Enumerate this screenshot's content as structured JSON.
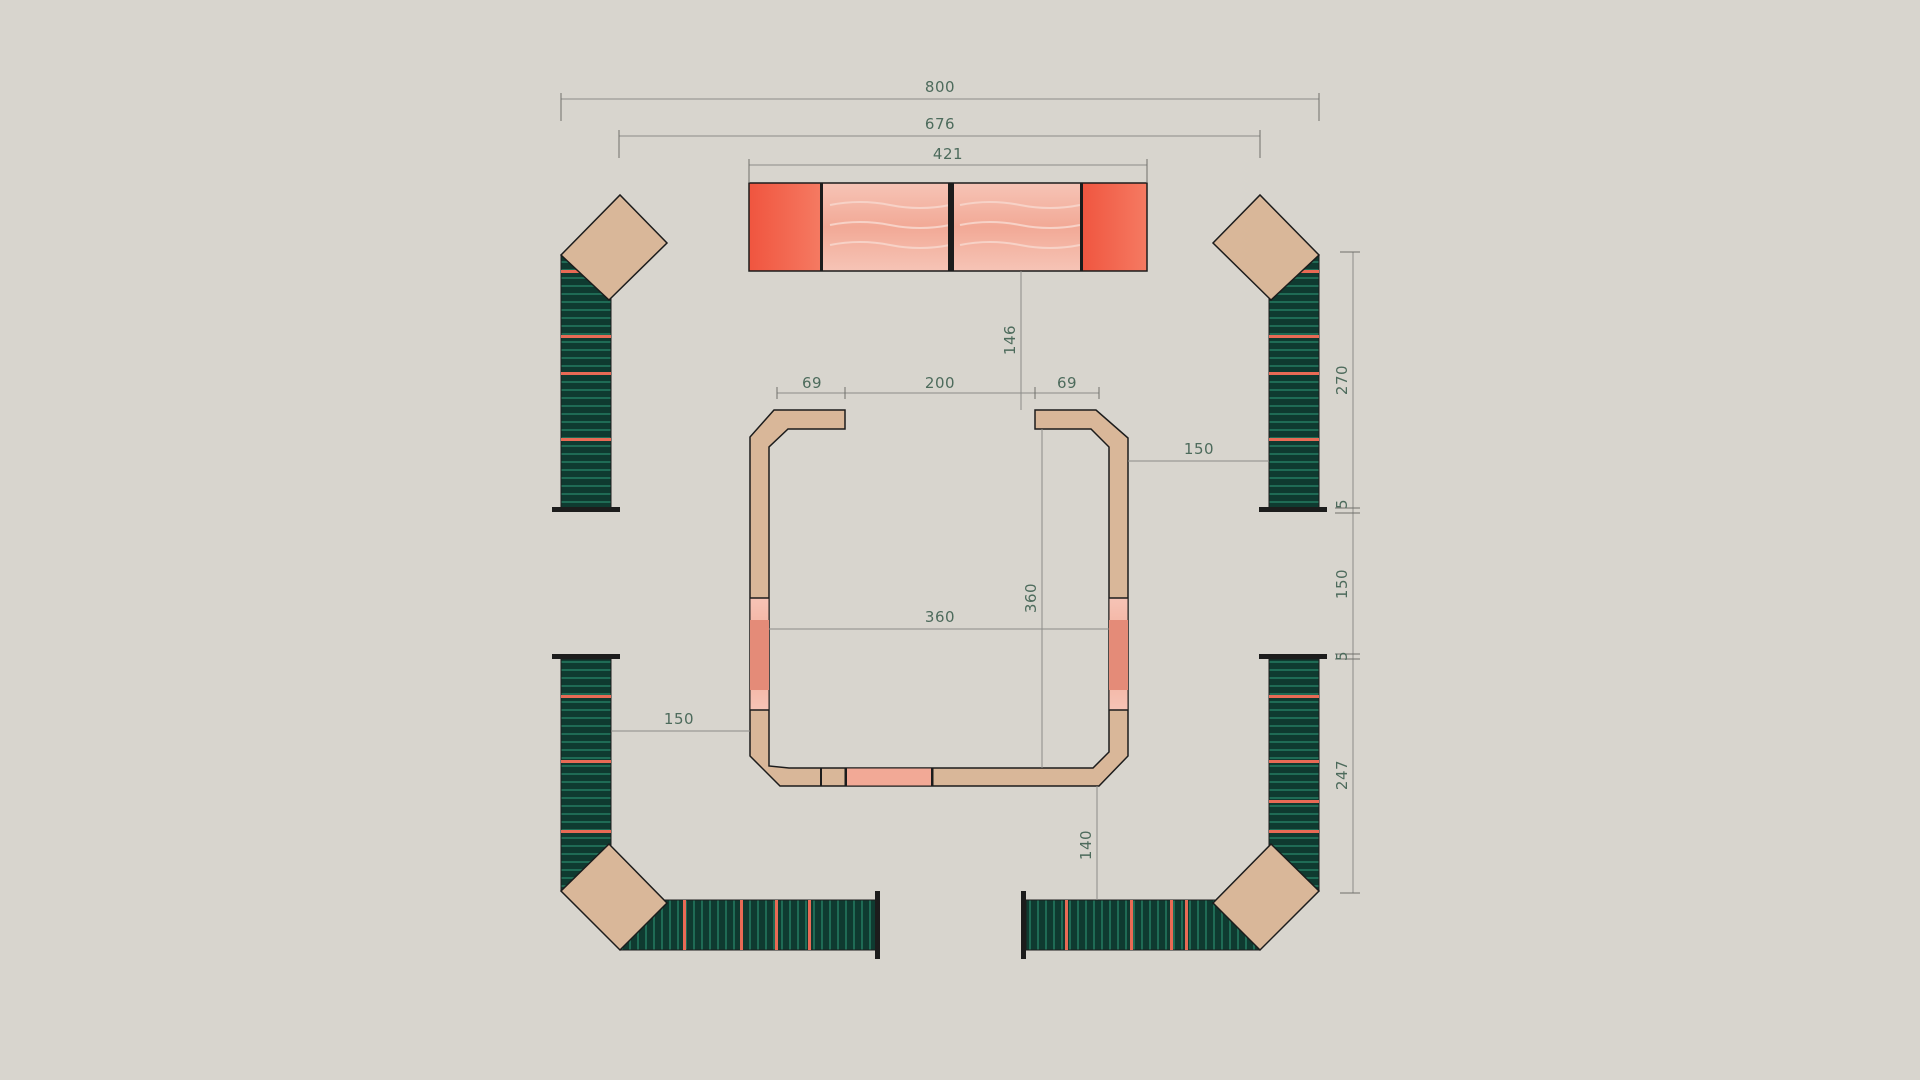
{
  "colors": {
    "background": "#d8d5ce",
    "tan_panel": "#d9b799",
    "tan_panel_dark": "#c9a384",
    "dark_green_panel": "#0f3a30",
    "green_stripe": "#1f6b55",
    "coral_panel": "#f05a45",
    "pink_panel": "#f4b0a2",
    "dimension_text": "#4d6b5c",
    "dimension_line": "#8c8c88"
  },
  "dimensions": {
    "overall_width": "800",
    "inner_width": "676",
    "top_screen_width": "421",
    "top_screen_gap": "146",
    "opening_left": "69",
    "opening_center": "200",
    "opening_right": "69",
    "right_offset": "150",
    "right_upper_height": "270",
    "right_upper_gap": "5",
    "right_middle_gap": "150",
    "right_lower_gap": "5",
    "right_lower_height": "247",
    "frame_inner_width": "360",
    "frame_inner_height": "360",
    "left_offset": "150",
    "bottom_gap": "140"
  }
}
